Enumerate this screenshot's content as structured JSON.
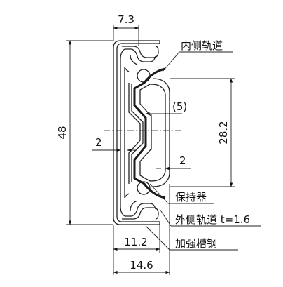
{
  "dimensions": {
    "top_width": "7.3",
    "total_height": "48",
    "inner_height": "28.2",
    "pitch": "(5)",
    "gap_left": "2",
    "gap_right": "2",
    "bottom_inner": "11.2",
    "bottom_total": "14.6"
  },
  "labels": {
    "inner_rail": "内侧轨道",
    "retainer": "保持器",
    "outer_rail": "外侧轨道 t=1.6",
    "channel": "加强槽钢"
  }
}
